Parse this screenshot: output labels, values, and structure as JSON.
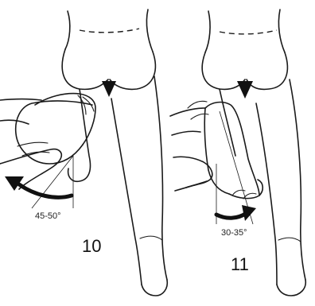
{
  "figures": [
    {
      "number": "10",
      "angle_label": "45-50°",
      "rotation_arrow": "counterclockwise-arrow"
    },
    {
      "number": "11",
      "angle_label": "30-35°",
      "rotation_arrow": "clockwise-arrow"
    }
  ],
  "colors": {
    "ink": "#1a1a1a",
    "background": "#ffffff"
  }
}
